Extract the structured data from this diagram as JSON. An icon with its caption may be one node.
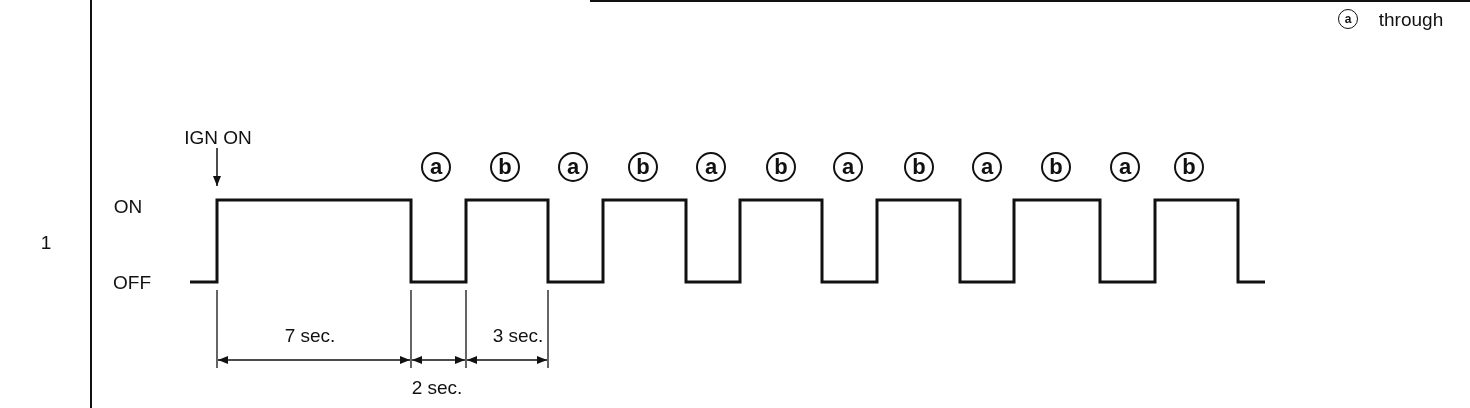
{
  "diagram": {
    "labels": [
      "a",
      "through",
      "IGN ON",
      "a",
      "b",
      "a",
      "b",
      "a",
      "b",
      "a",
      "b",
      "a",
      "b",
      "a",
      "b",
      "ON",
      "1",
      "OFF",
      "7 sec.",
      "3 sec.",
      "2 sec."
    ]
  }
}
